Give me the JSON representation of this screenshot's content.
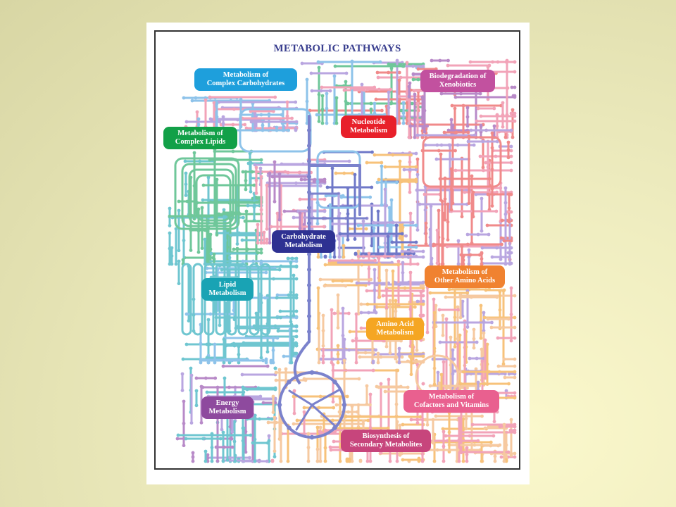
{
  "title": "METABOLIC PATHWAYS",
  "colors": {
    "page_background": "#eeecbf",
    "title": "#3a3f8f",
    "carbohydrate": "#2e3192",
    "complex_carbohydrates": "#1e9fdc",
    "nucleotide": "#e8202a",
    "complex_lipids": "#12a048",
    "lipid": "#19a3b4",
    "energy": "#8e4a9e",
    "amino_acid": "#f5a623",
    "other_amino_acids": "#f08230",
    "cofactors_vitamins": "#e9608f",
    "xenobiotics": "#c2519f",
    "secondary_metabolites": "#c7457c"
  },
  "labels": [
    {
      "id": "complex-carbohydrates",
      "line1": "Metabolism of",
      "line2": "Complex Carbohydrates",
      "color": "#1e9fdc"
    },
    {
      "id": "xenobiotics",
      "line1": "Biodegradation of",
      "line2": "Xenobiotics",
      "color": "#c2519f"
    },
    {
      "id": "nucleotide",
      "line1": "Nucleotide",
      "line2": "Metabolism",
      "color": "#e8202a"
    },
    {
      "id": "complex-lipids",
      "line1": "Metabolism of",
      "line2": "Complex Lipids",
      "color": "#12a048"
    },
    {
      "id": "carbohydrate",
      "line1": "Carbohydrate",
      "line2": "Metabolism",
      "color": "#2e3192"
    },
    {
      "id": "other-amino-acids",
      "line1": "Metabolism of",
      "line2": "Other Amino Acids",
      "color": "#f08230"
    },
    {
      "id": "lipid",
      "line1": "Lipid",
      "line2": "Metabolism",
      "color": "#19a3b4"
    },
    {
      "id": "amino-acid",
      "line1": "Amino Acid",
      "line2": "Metabolism",
      "color": "#f5a623"
    },
    {
      "id": "cofactors-vitamins",
      "line1": "Metabolism of",
      "line2": "Cofactors and Vitamins",
      "color": "#e9608f"
    },
    {
      "id": "energy",
      "line1": "Energy",
      "line2": "Metabolism",
      "color": "#8e4a9e"
    },
    {
      "id": "secondary-metabolites",
      "line1": "Biosynthesis of",
      "line2": "Secondary Metabolites",
      "color": "#c7457c"
    }
  ]
}
